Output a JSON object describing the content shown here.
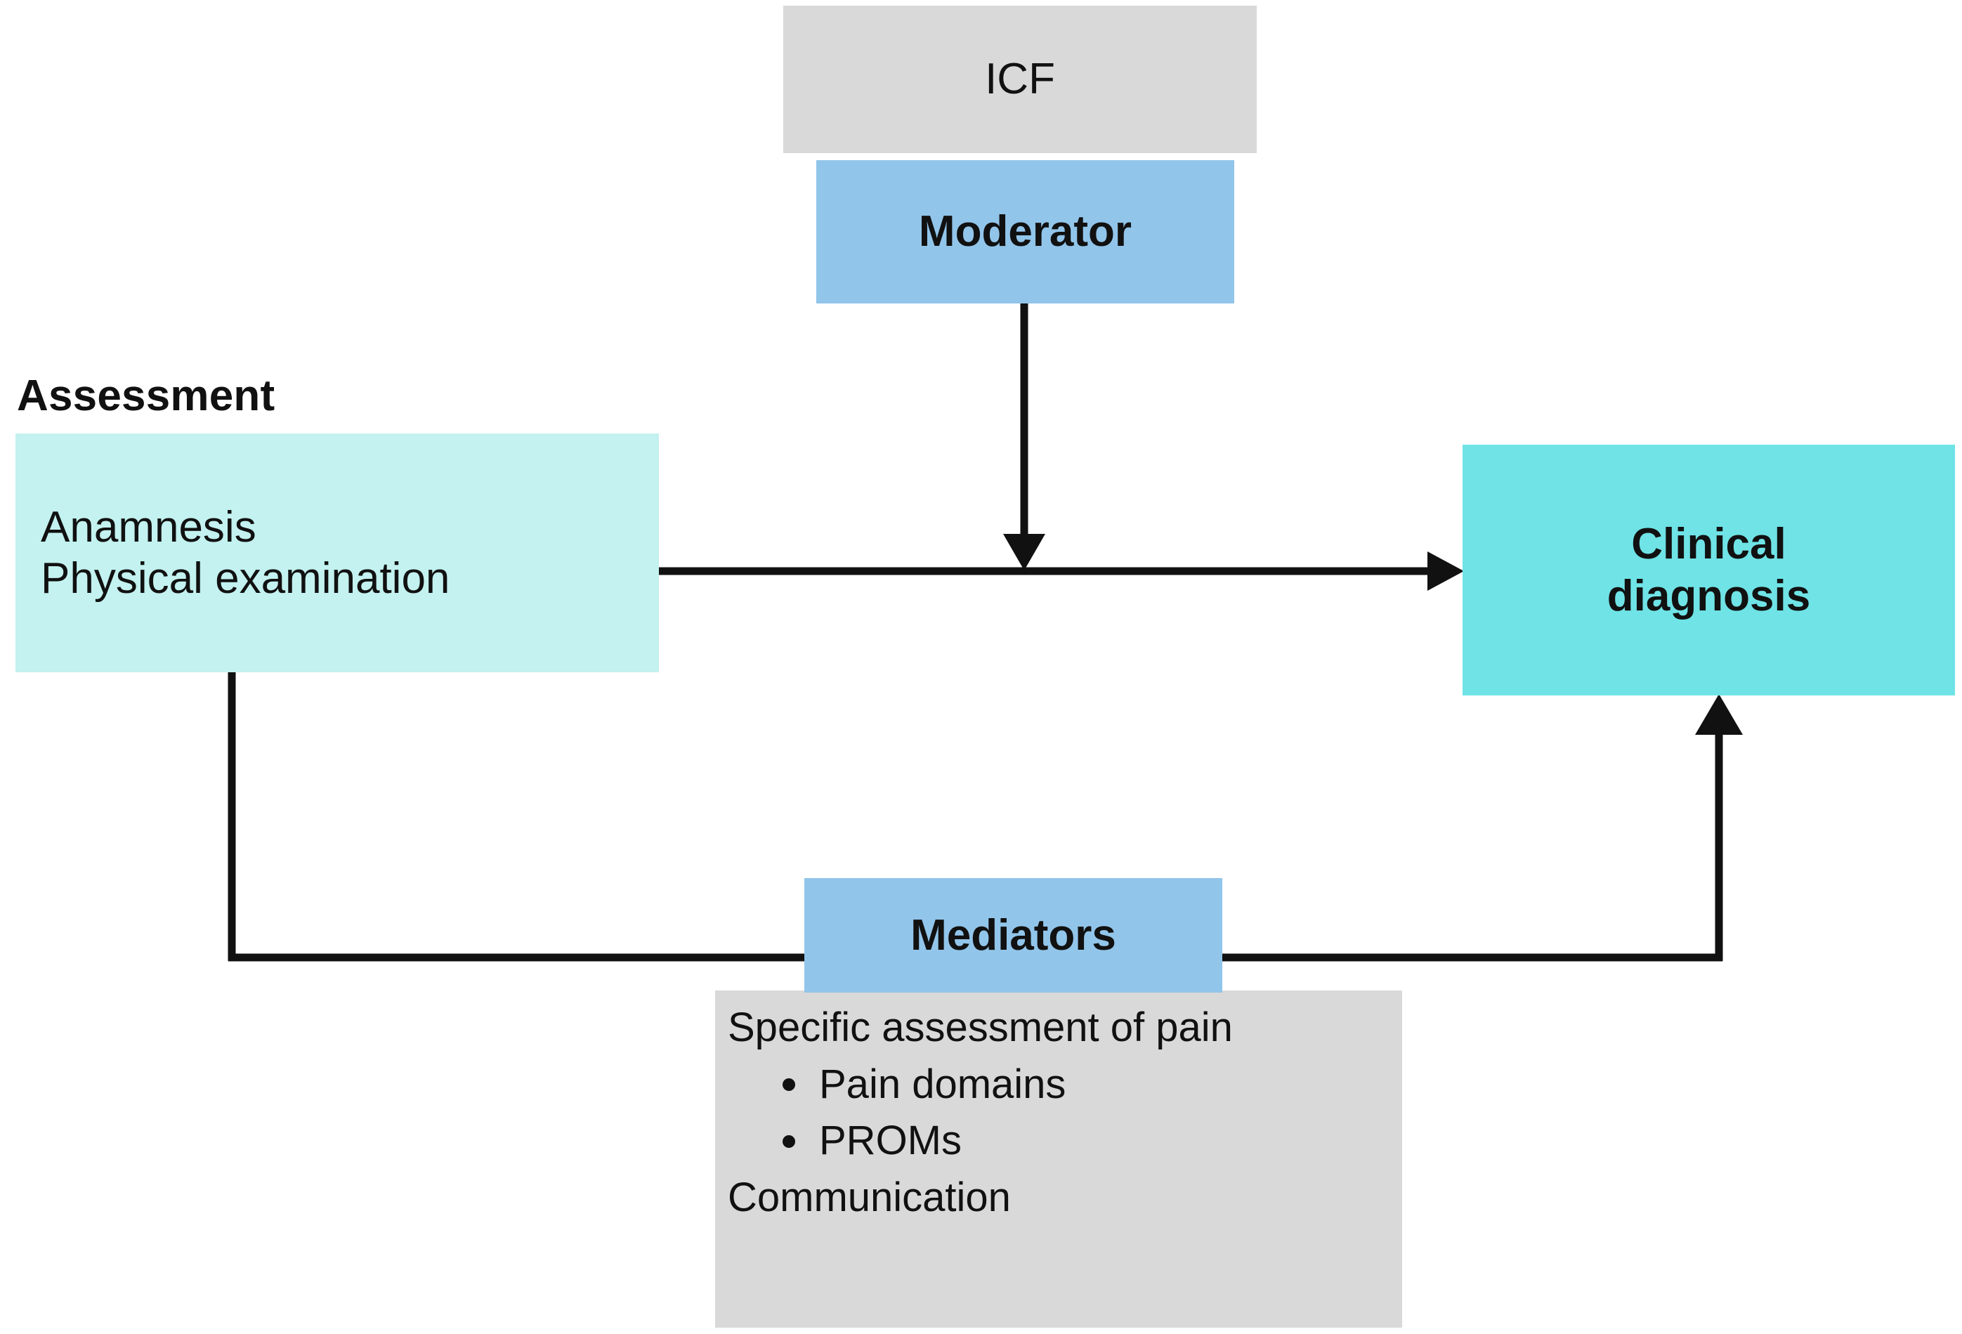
{
  "diagram": {
    "title": "Clinical diagnosis flow diagram",
    "colors": {
      "grey": "#d9d9d9",
      "blue": "#92c5ea",
      "mint": "#c3f2f0",
      "teal": "#6fe3e6",
      "line": "#111111",
      "background": "#ffffff"
    },
    "nodes": {
      "icf": {
        "label": "ICF"
      },
      "moderator": {
        "label": "Moderator"
      },
      "assessment_caption": {
        "label": "Assessment"
      },
      "assessment": {
        "label": "Anamnesis\nPhysical examination"
      },
      "clinical_diagnosis": {
        "label": "Clinical\ndiagnosis"
      },
      "mediators": {
        "label": "Mediators"
      },
      "mediators_detail": {
        "heading": "Specific assessment of pain",
        "bullets": [
          "Pain domains",
          "PROMs"
        ],
        "footer": "Communication"
      }
    },
    "edges": [
      {
        "from": "assessment",
        "to": "clinical_diagnosis",
        "style": "arrow-right"
      },
      {
        "from": "moderator",
        "to": "assessment-to-diagnosis-line",
        "style": "arrow-down"
      },
      {
        "from": "assessment",
        "to": "mediators",
        "style": "elbow-line"
      },
      {
        "from": "mediators",
        "to": "clinical_diagnosis",
        "style": "elbow-arrow-up"
      }
    ]
  }
}
